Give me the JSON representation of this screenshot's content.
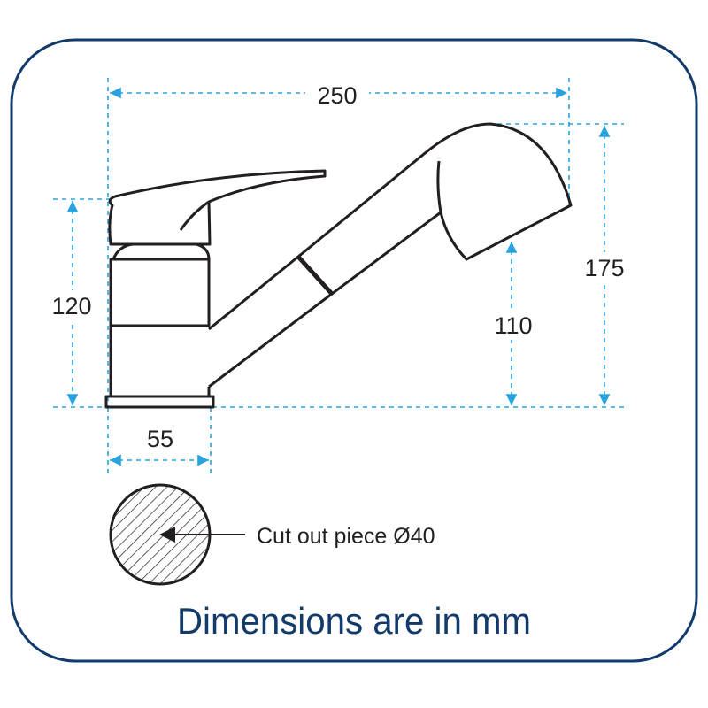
{
  "dimensions": {
    "overall_length": "250",
    "overall_height": "175",
    "lever_height": "120",
    "spout_clearance": "110",
    "base_width": "55"
  },
  "cutout": {
    "label": "Cut out piece Ø40"
  },
  "footer": {
    "title": "Dimensions are in mm"
  },
  "colors": {
    "frame": "#123a6b",
    "dimension_lines": "#29a3df",
    "outline": "#231f20"
  }
}
